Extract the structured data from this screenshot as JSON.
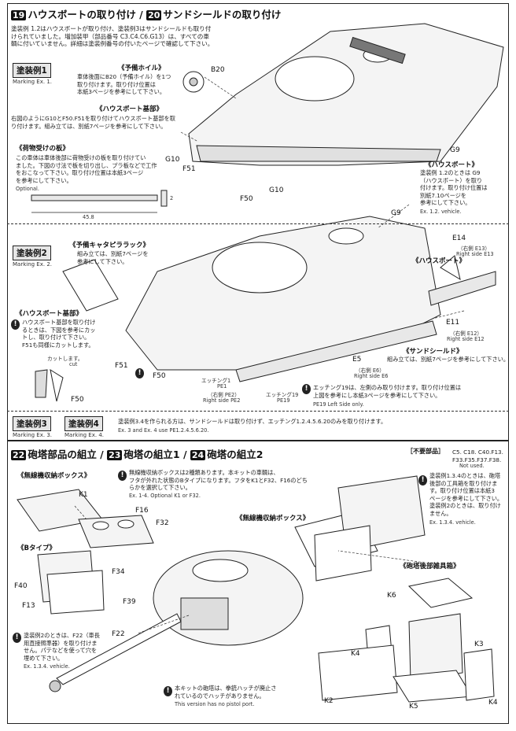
{
  "section_a": {
    "num1": "19",
    "title1": "ハウスボートの取り付け",
    "num2": "20",
    "title2": "サンドシールドの取り付け",
    "intro": [
      "塗装例 1.2はハウスボートが取り付け、塗装例3はサンドシールドも取り付",
      "けられていました。増加装甲（部品番号 C3.C4.C6.G13）は、すべての車",
      "輌に付いていません。詳細は塗装例番号の付いたページで確認して下さい。"
    ],
    "marking": "塗装例1",
    "marking_en": "Marking Ex. 1.",
    "spare_wheel": {
      "caption": "《予備ホイル》",
      "lines": [
        "車体後面にB20（予備ホイル）を1つ",
        "取り付けます。取り付け位置は",
        "本紙3ページを参考にして下さい。"
      ]
    },
    "housebox_base": {
      "caption": "《ハウスボート基部》",
      "lines": [
        "右図のようにG10とF50.F51を取り付けてハウスボート基部を取",
        "り付けます。組み立ては、別紙7ページを参考にして下さい。"
      ]
    },
    "luggage": {
      "caption": "《荷物受けの板》",
      "lines": [
        "この車体は車体後部に荷物受けの板を取り付けてい",
        "ました。下図の寸法で板を切り出し、プラ板などで工作",
        "をおこなって下さい。取り付け位置は本紙3ページ",
        "を参考にして下さい。"
      ],
      "optional": "Optional.",
      "dim": "45.8",
      "dim2": "2"
    },
    "housebox_right": {
      "caption": "《ハウスボート》",
      "lines": [
        "塗装例 1.2のときは G9",
        "（ハウスボート）を取り",
        "付けます。取り付け位置は",
        "別紙7.10ページを",
        "参考にして下さい。"
      ],
      "en": "Ex. 1.2. vehicle."
    },
    "labels": {
      "b20": "B20",
      "g9": "G9",
      "g10a": "G10",
      "f51": "F51",
      "g10b": "G10",
      "f50": "F50"
    }
  },
  "section_b": {
    "marking": "塗装例2",
    "marking_en": "Marking Ex. 2.",
    "track_rack": {
      "caption": "《予備キャタピララック》",
      "lines": [
        "組み立ては、別紙7ページを",
        "参考にして下さい。"
      ]
    },
    "housebox_base": {
      "caption": "《ハウスボート基部》",
      "lines": [
        "ハウスボート基部を取り付け",
        "るときは、下図を参考にカッ",
        "トし、取り付けて下さい。",
        "F51も同様にカットします。"
      ]
    },
    "cut": "カットします。",
    "cut_en": "cut",
    "sand_shield": {
      "caption": "《サンドシールド》",
      "lines": [
        "組み立ては、別紙7ページを参考にして下さい。"
      ]
    },
    "housebox_right": {
      "caption": "《ハウスボート》"
    },
    "etching_note": [
      "エッチング19は、左側のみ取り付けます。取り付け位置は",
      "上図を参考にし本紙3ページを参考にして下さい。"
    ],
    "etching_en": "PE19 Left Side only.",
    "labels": {
      "g9": "G9",
      "e14": "E14",
      "e14_sub": "（右側 E13）",
      "e14_en": "Right side E13",
      "e11": "E11",
      "e11_sub": "（右側 E12）",
      "e11_en": "Right side E12",
      "e5": "E5",
      "e5_sub": "（右側 E6）",
      "e5_en": "Right side E6",
      "f51": "F51",
      "f50a": "F50",
      "f50b": "F50",
      "pe1": "エッチング1",
      "pe1b": "PE1",
      "pe1c": "（右側 PE2）",
      "pe1d": "Right side PE2",
      "pe19": "エッチング19",
      "pe19b": "PE19"
    }
  },
  "section_c": {
    "marking3": "塗装例3",
    "marking4": "塗装例4",
    "marking3_en": "Marking Ex. 3.",
    "marking4_en": "Marking Ex. 4.",
    "text": "塗装例3.4を作られる方は、サンドシールドは取り付けず、エッチング1.2.4.5.6.20のみを取り付けます。",
    "text_en": "Ex. 3 and Ex. 4 use PE1.2.4.5.6.20."
  },
  "section_d": {
    "num1": "22",
    "title1": "砲塔部品の組立",
    "num2": "23",
    "title2": "砲塔の組立1",
    "num3": "24",
    "title3": "砲塔の組立2",
    "unused_head": "［不要部品］",
    "unused_parts": [
      "C5. C18. C40.F13.",
      "F33.F35.F37.F38."
    ],
    "unused_en": "Not used.",
    "radio_box": "《無線機収納ボックス》",
    "radio_note": [
      "無線機収納ボックスは2種類あります。本キットの車輌は、",
      "フタが外れた状態のBタイプになります。フタをK1とF32、F16のどち",
      "らかを選択して下さい。"
    ],
    "radio_en": "Ex. 1-4. Optional K1 or F32.",
    "type_b": "《Bタイプ》",
    "radio_box2": "《無線機収納ボックス》",
    "ex134": [
      "塗装例1.3.4のときは、砲塔",
      "後部の工具箱を取り付けま",
      "す。取り付け位置は本紙3",
      "ページを参考にして下さい。",
      "塗装例2のときは、取り付け",
      "ません。"
    ],
    "ex134_en": "Ex. 1.3.4. vehicle.",
    "turret_box": "《砲塔後部雑具箱》",
    "ex2": [
      "塗装例2のときは、F22（車長",
      "用直接照準器）を取り付けま",
      "せん。パテなどを使って穴を",
      "埋めて下さい。"
    ],
    "ex2_en": "Ex. 1.3.4. vehicle.",
    "pistol": [
      "本キットの砲塔は、拳銃ハッチが廃止さ",
      "れているのでハッチがありません。"
    ],
    "pistol_en": "This version has no pistol port.",
    "labels": {
      "k1": "K1",
      "f16": "F16",
      "f32": "F32",
      "f34": "F34",
      "f40": "F40",
      "f13": "F13",
      "f39": "F39",
      "f22": "F22",
      "k6": "K6",
      "k3": "K3",
      "k4a": "K4",
      "k2": "K2",
      "k5": "K5",
      "k4b": "K4"
    }
  }
}
